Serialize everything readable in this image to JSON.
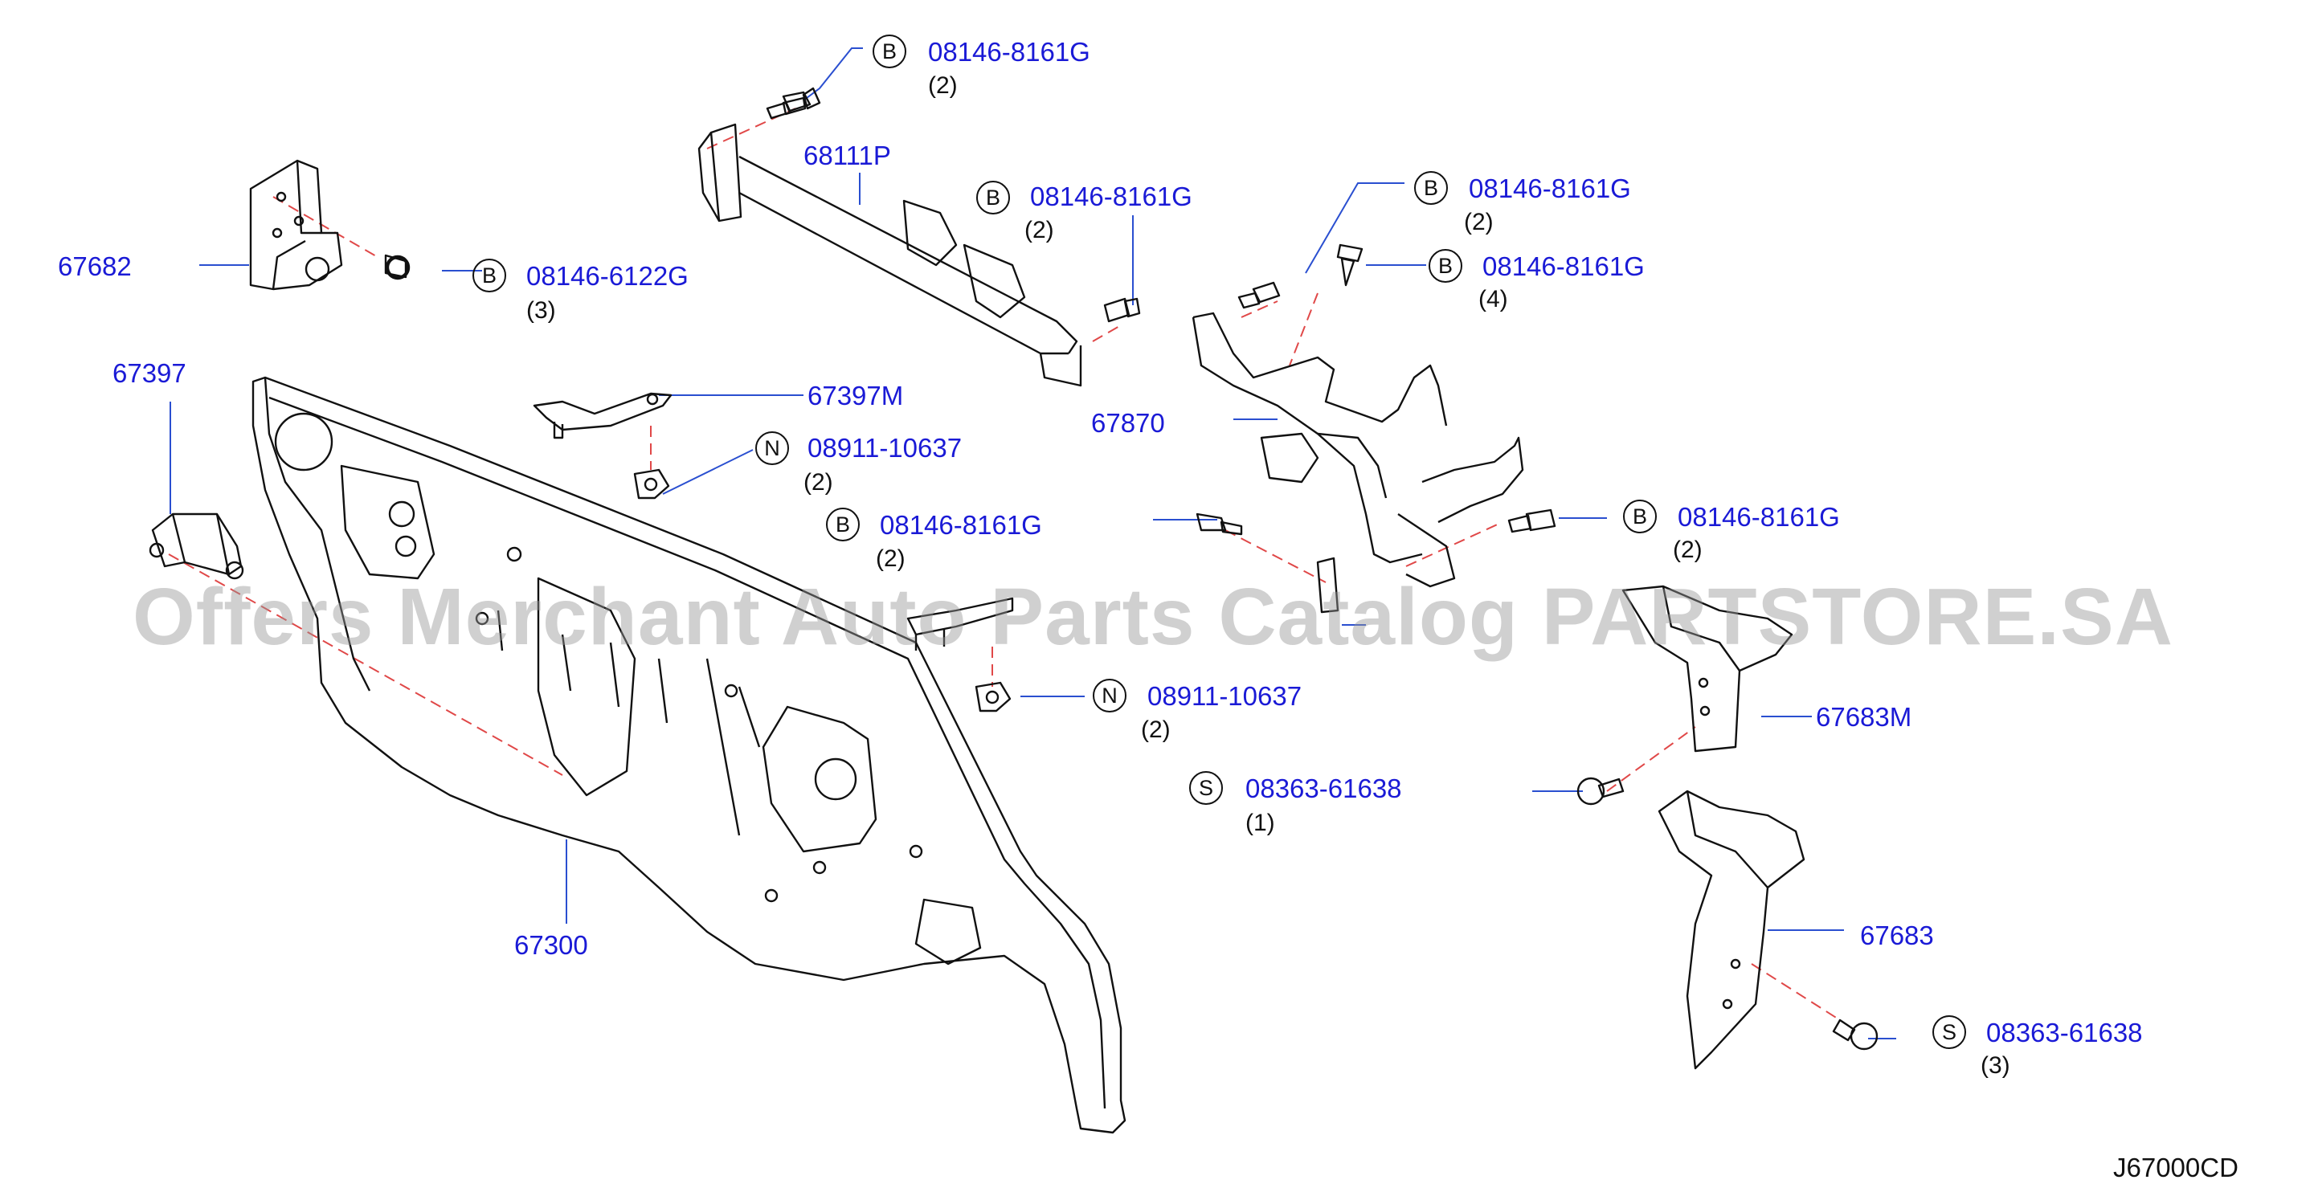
{
  "watermark": "Offers Merchant Auto Parts Catalog PARTSTORE.SA",
  "diagram_code": "J67000CD",
  "parts": {
    "p67682": "67682",
    "p68111P": "68111P",
    "p67397": "67397",
    "p67397M": "67397M",
    "p67870": "67870",
    "p67300": "67300",
    "p67683M": "67683M",
    "p67683": "67683"
  },
  "fasteners": [
    {
      "id": "f1",
      "type": "B",
      "number": "08146-8161G",
      "qty": "(2)"
    },
    {
      "id": "f2",
      "type": "B",
      "number": "08146-8161G",
      "qty": "(2)"
    },
    {
      "id": "f3",
      "type": "B",
      "number": "08146-6122G",
      "qty": "(3)"
    },
    {
      "id": "f4",
      "type": "B",
      "number": "08146-8161G",
      "qty": "(2)"
    },
    {
      "id": "f5",
      "type": "B",
      "number": "08146-8161G",
      "qty": "(4)"
    },
    {
      "id": "f6",
      "type": "N",
      "number": "08911-10637",
      "qty": "(2)"
    },
    {
      "id": "f7",
      "type": "B",
      "number": "08146-8161G",
      "qty": "(2)"
    },
    {
      "id": "f8",
      "type": "B",
      "number": "08146-8161G",
      "qty": "(2)"
    },
    {
      "id": "f9",
      "type": "N",
      "number": "08911-10637",
      "qty": "(2)"
    },
    {
      "id": "f10",
      "type": "S",
      "number": "08363-61638",
      "qty": "(1)"
    },
    {
      "id": "f11",
      "type": "S",
      "number": "08363-61638",
      "qty": "(3)"
    }
  ],
  "colors": {
    "label": "#1a1ad6",
    "line": "#111111",
    "leader": "#2a4fd0",
    "dash": "#e04848"
  }
}
